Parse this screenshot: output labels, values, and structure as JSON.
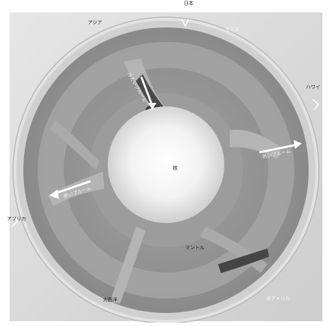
{
  "labels": {
    "japan": "日本",
    "asia": "アジア",
    "pacific": "太平洋",
    "hawaii": "ハワイ",
    "cold_plume": "冷たいプルーム",
    "hot_plume_right": "熱いプルーム",
    "hot_plume_left": "熱いプルーム",
    "core": "核",
    "mantle": "マントル",
    "africa": "アフリカ",
    "atlantic": "大西洋",
    "south_america": "南アメリカ"
  },
  "colors": {
    "background": "#ffffff",
    "frame": "#d8d8d8",
    "mantle": "#8c8c8c",
    "plume": "#a0a0a0",
    "band": "#9a9a9a",
    "slab": "#4a4a4a",
    "core_center": "#ffffff",
    "core_edge": "#cfcfcf"
  }
}
